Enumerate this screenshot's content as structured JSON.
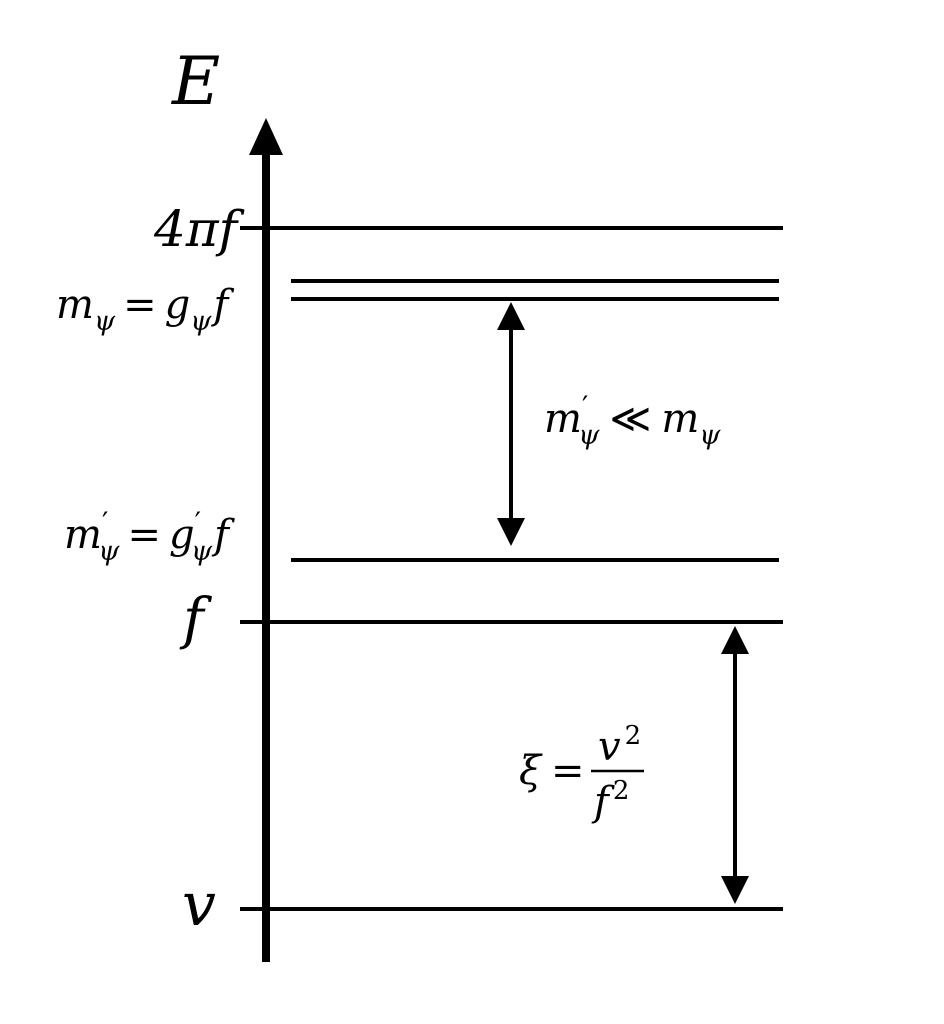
{
  "axis": {
    "label": "E"
  },
  "levels": {
    "four_pi_f": {
      "label": "4πf"
    },
    "m_psi": {
      "lhs": "m",
      "lhs_sub": "ψ",
      "eq": "=",
      "rhs_g": "g",
      "rhs_g_sub": "ψ",
      "rhs_f": "f"
    },
    "m_psi_prime": {
      "lhs": "m",
      "lhs_prime": "′",
      "lhs_sub": "ψ",
      "eq": "=",
      "rhs_g": "g",
      "rhs_g_prime": "′",
      "rhs_g_sub": "ψ",
      "rhs_f": "f"
    },
    "f": {
      "label": "f"
    },
    "v": {
      "label": "v"
    }
  },
  "annotations": {
    "hierarchy": {
      "lhs": "m",
      "lhs_prime": "′",
      "lhs_sub": "ψ",
      "rel": "≪",
      "rhs": "m",
      "rhs_sub": "ψ"
    },
    "xi": {
      "lhs": "ξ",
      "eq": "=",
      "num": "v",
      "num_sup": "2",
      "den": "f",
      "den_sup": "2"
    }
  },
  "colors": {
    "line": "#000000",
    "shadow": "#9a9a9a"
  }
}
